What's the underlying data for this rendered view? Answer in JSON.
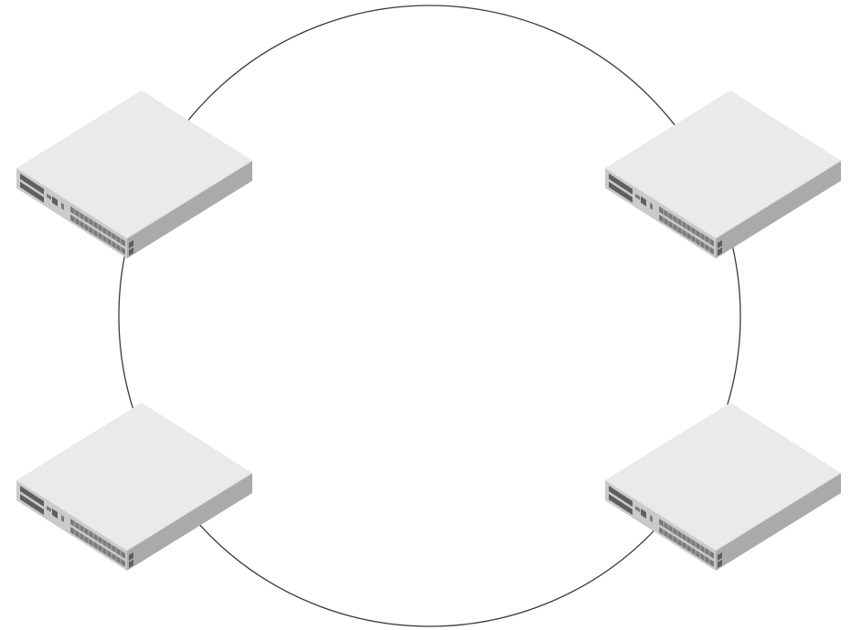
{
  "diagram": {
    "topology": "ring",
    "ring_color": "#3a3a3a",
    "colors": {
      "top_face": "#e9eaea",
      "front_face": "#c9caca",
      "side_face": "#a9aaaa",
      "port_dark": "#5d5e5e",
      "port_mid": "#7a7b7b",
      "port_light": "#b7b8b8"
    },
    "nodes": [
      {
        "id": "switch-top-left",
        "icon": "network-switch-icon"
      },
      {
        "id": "switch-top-right",
        "icon": "network-switch-icon"
      },
      {
        "id": "switch-bottom-left",
        "icon": "network-switch-icon"
      },
      {
        "id": "switch-bottom-right",
        "icon": "network-switch-icon"
      }
    ]
  }
}
